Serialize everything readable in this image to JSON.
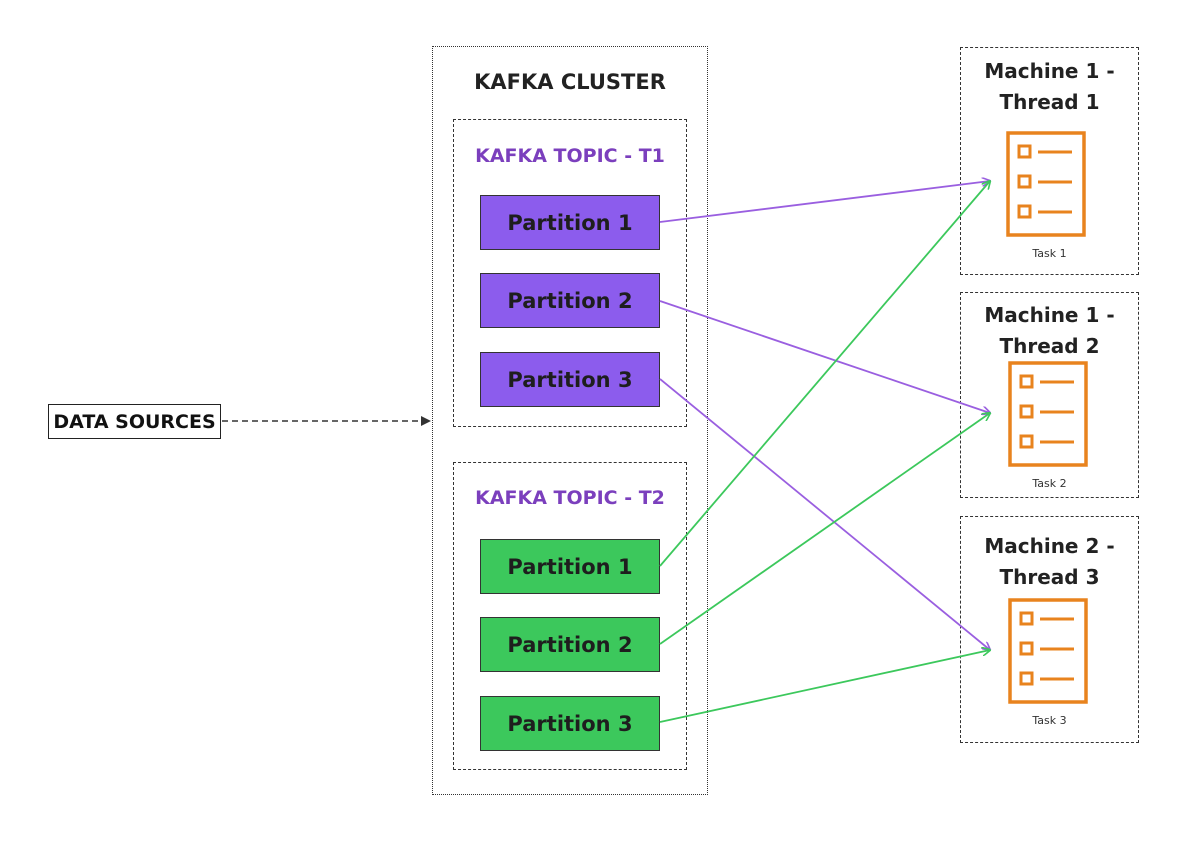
{
  "cluster": {
    "title": "KAFKA CLUSTER",
    "topics": [
      {
        "title": "KAFKA TOPIC - T1",
        "partitions": [
          {
            "label": "Partition 1"
          },
          {
            "label": "Partition 2"
          },
          {
            "label": "Partition 3"
          }
        ]
      },
      {
        "title": "KAFKA TOPIC - T2",
        "partitions": [
          {
            "label": "Partition 1"
          },
          {
            "label": "Partition 2"
          },
          {
            "label": "Partition 3"
          }
        ]
      }
    ]
  },
  "data_sources": {
    "label": "DATA SOURCES"
  },
  "machines": [
    {
      "title_line1": "Machine 1 -",
      "title_line2": "Thread 1",
      "task": "Task 1"
    },
    {
      "title_line1": "Machine 1 -",
      "title_line2": "Thread 2",
      "task": "Task 2"
    },
    {
      "title_line1": "Machine 2 -",
      "title_line2": "Thread 3",
      "task": "Task 3"
    }
  ],
  "colors": {
    "t1_partition": "#8c5ced",
    "t2_partition": "#3cc85c",
    "t1_arrow": "#9a5fe0",
    "t2_arrow": "#3cc85c",
    "topic_title": "#7b3fbd",
    "task_icon": "#e8831e"
  },
  "icons": {
    "task": "task-list-icon"
  }
}
